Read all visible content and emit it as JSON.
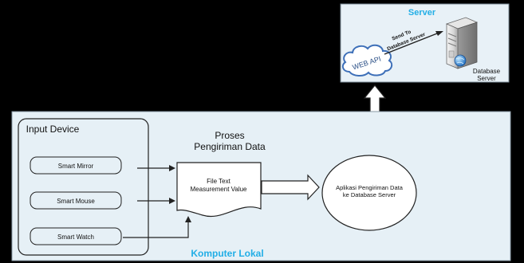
{
  "server": {
    "title": "Server",
    "arrow_label_line1": "Send To",
    "arrow_label_line2": "Database Server",
    "api_label": "WEB API",
    "db_label_line1": "Database",
    "db_label_line2": "Server"
  },
  "local": {
    "footer_label": "Komputer Lokal",
    "input_panel": {
      "title": "Input Device",
      "devices": [
        "Smart Mirror",
        "Smart Mouse",
        "Smart Watch"
      ]
    },
    "process_title_line1": "Proses",
    "process_title_line2": "Pengiriman Data",
    "file_label_line1": "File Text",
    "file_label_line2": "Measurement Value",
    "app_label_line1": "Aplikasi Pengiriman Data",
    "app_label_line2": "ke Database Server"
  },
  "colors": {
    "background": "#000000",
    "panel": "#e6f0f6",
    "server_panel": "#e8f1f7",
    "accent_cyan": "#22aee6",
    "stroke": "#222222",
    "cloud_stroke": "#3d6fb8"
  }
}
